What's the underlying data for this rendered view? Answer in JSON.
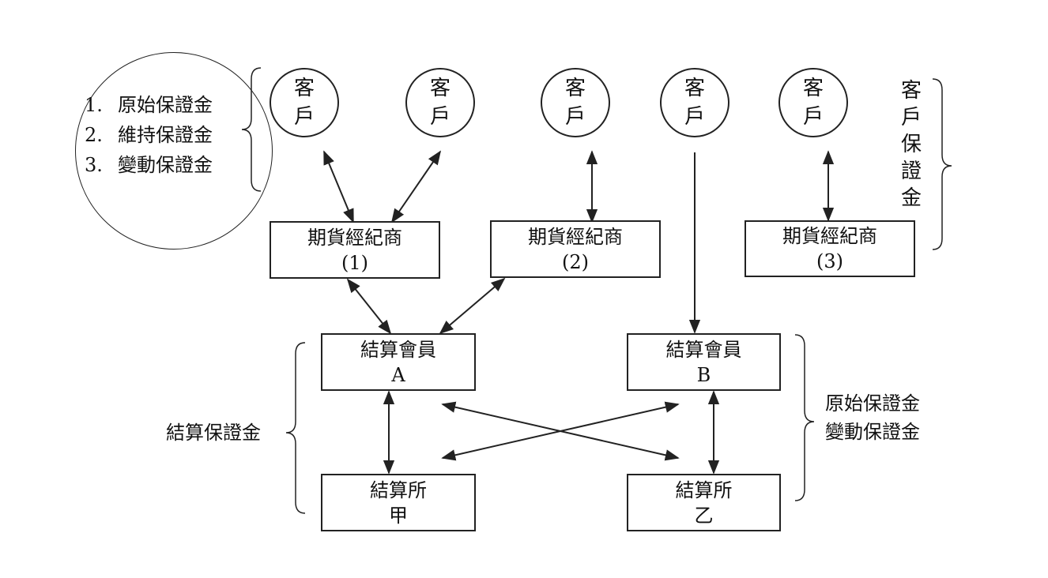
{
  "margin_types": {
    "items": [
      {
        "num": "1.",
        "label": "原始保證金"
      },
      {
        "num": "2.",
        "label": "維持保證金"
      },
      {
        "num": "3.",
        "label": "變動保證金"
      }
    ]
  },
  "clients": [
    {
      "label_line1": "客",
      "label_line2": "戶"
    },
    {
      "label_line1": "客",
      "label_line2": "戶"
    },
    {
      "label_line1": "客",
      "label_line2": "戶"
    },
    {
      "label_line1": "客",
      "label_line2": "戶"
    },
    {
      "label_line1": "客",
      "label_line2": "戶"
    }
  ],
  "client_margin_label": [
    "客",
    "戶",
    "保",
    "證",
    "金"
  ],
  "brokers": [
    {
      "name": "期貨經紀商",
      "id": "(1)"
    },
    {
      "name": "期貨經紀商",
      "id": "(2)"
    },
    {
      "name": "期貨經紀商",
      "id": "(3)"
    }
  ],
  "clearing_members": [
    {
      "name": "結算會員",
      "id": "A"
    },
    {
      "name": "結算會員",
      "id": "B"
    }
  ],
  "clearing_houses": [
    {
      "name": "結算所",
      "id": "甲"
    },
    {
      "name": "結算所",
      "id": "乙"
    }
  ],
  "clearing_margin_label": "結算保證金",
  "member_margin_labels": [
    "原始保證金",
    "變動保證金"
  ],
  "colors": {
    "stroke": "#222222",
    "background": "#ffffff"
  }
}
